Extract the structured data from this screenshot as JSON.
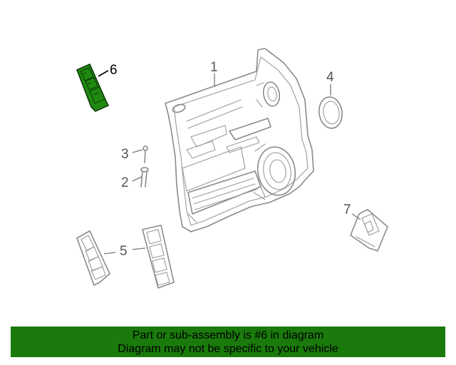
{
  "diagram": {
    "callouts": [
      {
        "id": "1",
        "label": "1",
        "highlighted": false
      },
      {
        "id": "2",
        "label": "2",
        "highlighted": false
      },
      {
        "id": "3",
        "label": "3",
        "highlighted": false
      },
      {
        "id": "4",
        "label": "4",
        "highlighted": false
      },
      {
        "id": "5",
        "label": "5",
        "highlighted": false
      },
      {
        "id": "6",
        "label": "6",
        "highlighted": true
      },
      {
        "id": "7",
        "label": "7",
        "highlighted": false
      }
    ],
    "highlight_color": "#1a7a0c",
    "line_color": "#8a8a8a"
  },
  "banner": {
    "line1": "Part or sub-assembly is #6 in diagram",
    "line2": "Diagram may not be specific to your vehicle",
    "background": "#1a7a0c"
  }
}
